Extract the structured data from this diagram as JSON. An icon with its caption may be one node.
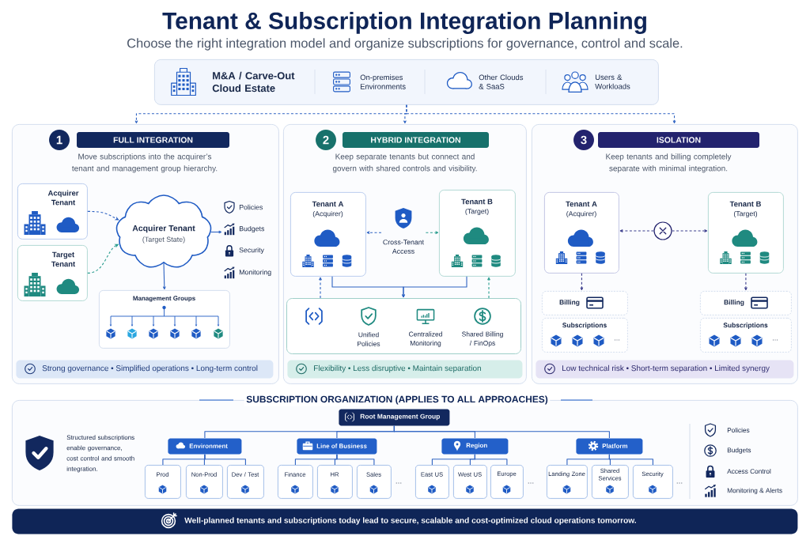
{
  "diagram": {
    "title": "Tenant & Subscription Integration Planning",
    "nodes": [
      {
        "text": [
          "M&A / Carve-Out Cloud Estate",
          "On-premises Environments",
          "Other Clouds & SaaS",
          "Users & Workloads"
        ]
      },
      {
        "text": [
          "1",
          "FULL INTEGRATION",
          "Move subscriptions into the acquirer’s tenant and management group hierarchy."
        ]
      },
      {
        "text": [
          "Acquirer Tenant"
        ],
        "in": 1
      },
      {
        "text": [
          "Target Tenant"
        ],
        "in": 1
      },
      {
        "text": [
          "Acquirer Tenant",
          "(Target State)"
        ],
        "in": 1
      },
      {
        "text": [
          "Policies",
          "Budgets",
          "Security",
          "Monitoring"
        ],
        "in": 1
      },
      {
        "text": [
          "Management Groups"
        ],
        "in": 1
      },
      {
        "text": [
          "Strong governance • Simplified operations • Long-term control"
        ],
        "in": 1
      },
      {
        "text": [
          "2",
          "HYBRID INTEGRATION",
          "Keep separate tenants but connect and govern with shared controls and visibility."
        ]
      },
      {
        "text": [
          "Tenant A",
          "(Acquirer)"
        ],
        "in": 8
      },
      {
        "text": [
          "Cross-Tenant Access"
        ],
        "in": 8
      },
      {
        "text": [
          "Tenant B",
          "(Target)"
        ],
        "in": 8
      },
      {
        "text": [
          "Unified Policies",
          "Centralized Monitoring",
          "Shared Billing / FinOps"
        ],
        "in": 8
      },
      {
        "text": [
          "Flexibility • Less disruptive • Maintain separation"
        ],
        "in": 8
      },
      {
        "text": [
          "3",
          "ISOLATION",
          "Keep tenants and billing completely separate with minimal integration."
        ]
      },
      {
        "text": [
          "Tenant A",
          "(Acquirer)"
        ],
        "in": 14
      },
      {
        "text": [],
        "shape": "circle",
        "in": 14
      },
      {
        "text": [
          "Tenant B",
          "(Target)"
        ],
        "in": 14
      },
      {
        "text": [
          "Billing"
        ],
        "in": 14
      },
      {
        "text": [
          "Subscriptions",
          "..."
        ],
        "in": 14
      },
      {
        "text": [
          "Billing"
        ],
        "in": 14
      },
      {
        "text": [
          "Subscriptions",
          "..."
        ],
        "in": 14
      },
      {
        "text": [
          "Low technical risk • Short-term separation • Limited synergy"
        ],
        "in": 14
      },
      {
        "text": [
          "SUBSCRIPTION ORGANIZATION (APPLIES TO ALL APPROACHES)",
          "Structured subscriptions enable governance, cost control and smooth integration.",
          "Policies",
          "Budgets",
          "Access Control",
          "Monitoring & Alerts"
        ]
      },
      {
        "text": [
          "Root Management Group"
        ],
        "in": 23
      },
      {
        "text": [
          "Environment"
        ],
        "in": 23
      },
      {
        "text": [
          "Line of Business"
        ],
        "in": 23
      },
      {
        "text": [
          "Region"
        ],
        "in": 23
      },
      {
        "text": [
          "Platform"
        ],
        "in": 23
      },
      {
        "text": [
          "Prod"
        ],
        "in": 23
      },
      {
        "text": [
          "Non-Prod"
        ],
        "in": 23
      },
      {
        "text": [
          "Dev / Test"
        ],
        "in": 23
      },
      {
        "text": [
          "Finance"
        ],
        "in": 23
      },
      {
        "text": [
          "HR"
        ],
        "in": 23
      },
      {
        "text": [
          "Sales"
        ],
        "in": 23
      },
      {
        "text": [
          "East US"
        ],
        "in": 23
      },
      {
        "text": [
          "West US"
        ],
        "in": 23
      },
      {
        "text": [
          "Europe"
        ],
        "in": 23
      },
      {
        "text": [
          "Landing Zone"
        ],
        "in": 23
      },
      {
        "text": [
          "Shared Services"
        ],
        "in": 23
      },
      {
        "text": [
          "Security"
        ],
        "in": 23
      },
      {
        "text": [
          "Well-planned tenants and subscriptions today lead to secure, scalable and cost-optimized cloud operations tomorrow."
        ]
      }
    ],
    "edges": [
      {
        "from": 0,
        "to": 1,
        "arrow": "to",
        "style": "dashed"
      },
      {
        "from": 0,
        "to": 8,
        "arrow": "to",
        "style": "dashed"
      },
      {
        "from": 0,
        "to": 14,
        "arrow": "to",
        "style": "dashed"
      },
      {
        "from": 2,
        "to": 4,
        "arrow": "to",
        "style": "dashed"
      },
      {
        "from": 3,
        "to": 4,
        "arrow": "to",
        "style": "dashed",
        "color": "#2a9d8f"
      },
      {
        "from": 4,
        "to": 5,
        "arrow": "to"
      },
      {
        "from": 4,
        "to": 6,
        "arrow": "to"
      },
      {
        "from": 10,
        "to": 9,
        "arrow": "to",
        "style": "dashed"
      },
      {
        "from": 10,
        "to": 11,
        "arrow": "to",
        "style": "dashed",
        "color": "#2a9d8f"
      },
      {
        "from": 12,
        "to": 9,
        "arrow": "to",
        "style": "dashed"
      },
      {
        "from": 12,
        "to": 11,
        "arrow": "to",
        "style": "dashed",
        "color": "#2a9d8f"
      },
      {
        "from": 9,
        "to": 12,
        "arrow": "to"
      },
      {
        "from": 11,
        "to": 12,
        "arrow": "to"
      },
      {
        "from": 16,
        "to": 15,
        "arrow": "to",
        "style": "dashed",
        "color": "#3a3c8c"
      },
      {
        "from": 16,
        "to": 17,
        "arrow": "to",
        "style": "dashed",
        "color": "#3a3c8c"
      },
      {
        "from": 15,
        "to": 18,
        "arrow": "to",
        "style": "dashed",
        "color": "#3a3c8c"
      },
      {
        "from": 17,
        "to": 20,
        "arrow": "to",
        "style": "dashed",
        "color": "#3a3c8c"
      },
      {
        "from": 24,
        "to": 25,
        "arrow": "none"
      },
      {
        "from": 24,
        "to": 26,
        "arrow": "none"
      },
      {
        "from": 24,
        "to": 27,
        "arrow": "none"
      },
      {
        "from": 24,
        "to": 28,
        "arrow": "none"
      },
      {
        "from": 25,
        "to": 29,
        "arrow": "none"
      },
      {
        "from": 25,
        "to": 30,
        "arrow": "none"
      },
      {
        "from": 25,
        "to": 31,
        "arrow": "none"
      },
      {
        "from": 26,
        "to": 32,
        "arrow": "none"
      },
      {
        "from": 26,
        "to": 33,
        "arrow": "none"
      },
      {
        "from": 26,
        "to": 34,
        "arrow": "none"
      },
      {
        "from": 27,
        "to": 35,
        "arrow": "none"
      },
      {
        "from": 27,
        "to": 36,
        "arrow": "none"
      },
      {
        "from": 27,
        "to": 37,
        "arrow": "none"
      },
      {
        "from": 28,
        "to": 38,
        "arrow": "none"
      },
      {
        "from": 28,
        "to": 39,
        "arrow": "none"
      },
      {
        "from": 28,
        "to": 40,
        "arrow": "none"
      }
    ],
    "labels": [
      "Choose the right integration model and organize subscriptions for governance, control and scale.",
      "...",
      "...",
      "..."
    ]
  }
}
